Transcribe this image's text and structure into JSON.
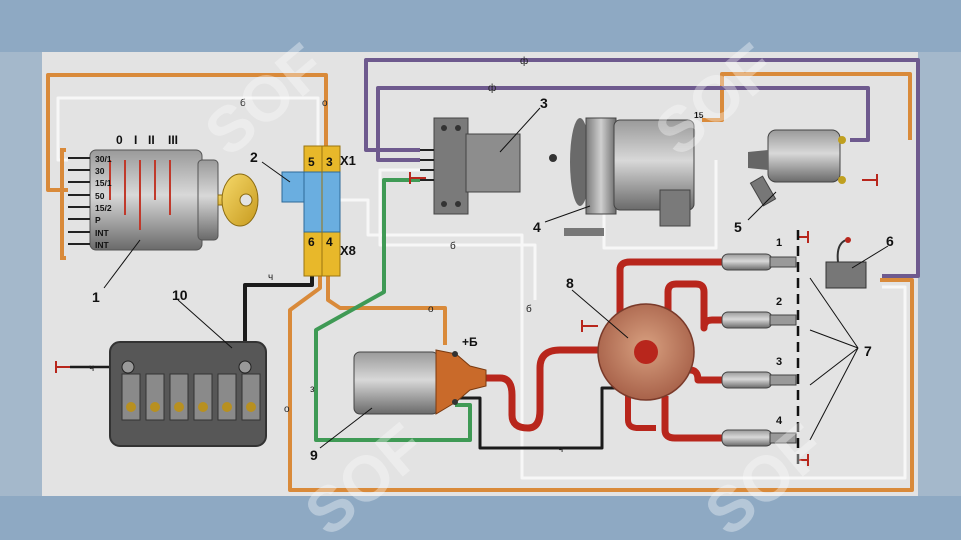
{
  "switch_positions": [
    "0",
    "I",
    "II",
    "III"
  ],
  "switch_terminals": [
    "30/1",
    "30",
    "15/1",
    "50",
    "15/2",
    "P",
    "INT",
    "INT"
  ],
  "connector_x1": {
    "name": "X1",
    "pins": [
      "5",
      "3"
    ]
  },
  "connector_x8": {
    "name": "X8",
    "pins": [
      "6",
      "4"
    ]
  },
  "generator_terminal": "15",
  "plus_b": "+Б",
  "callouts": [
    "1",
    "2",
    "3",
    "4",
    "5",
    "6",
    "7",
    "8",
    "9",
    "10"
  ],
  "plug_numbers": [
    "1",
    "2",
    "3",
    "4"
  ],
  "wire_labels": {
    "f1": "ф",
    "f2": "ф",
    "b1": "б",
    "o1": "о",
    "b2": "б",
    "ch1": "ч",
    "ch2": "ч",
    "o2": "о",
    "b3": "б",
    "z": "з",
    "o3": "о",
    "ch3": "ч"
  },
  "watermark": "SOF",
  "colors": {
    "orange": "#d98a3a",
    "violet": "#6e5a8e",
    "white_wire": "#f7f7f7",
    "green": "#3f9a55",
    "black": "#1b1b1b",
    "red": "#b8261c",
    "connector": "#e8b82a",
    "relay_blue": "#6aaee0"
  }
}
